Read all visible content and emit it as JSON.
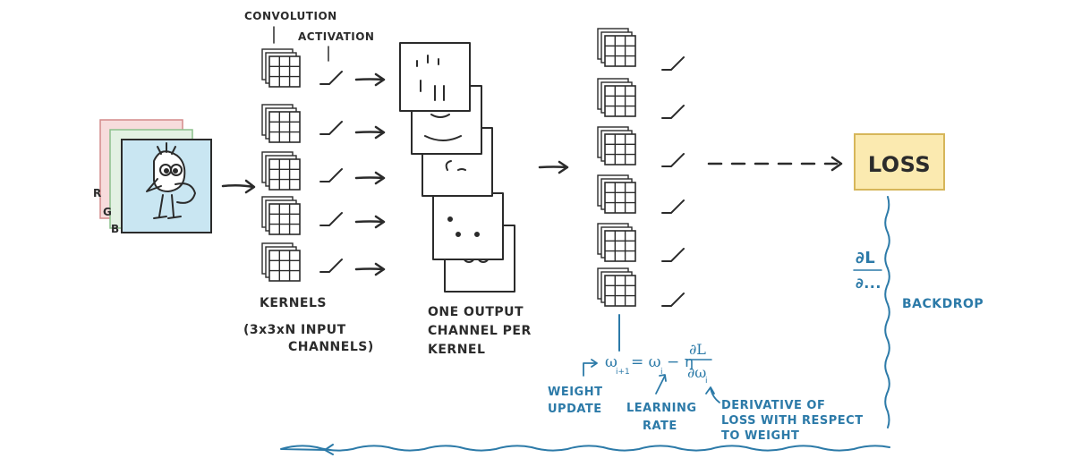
{
  "labels": {
    "convolution": "CONVOLUTION",
    "activation": "ACTIVATION",
    "kernels": "KERNELS",
    "kernels_sub_1": "(3x3xN INPUT",
    "kernels_sub_2": "CHANNELS)",
    "output_1": "ONE OUTPUT",
    "output_2": "CHANNEL PER",
    "output_3": "KERNEL",
    "r": "R",
    "g": "G",
    "b": "B",
    "loss": "LOSS",
    "dl_top": "∂L",
    "dl_bottom": "∂...",
    "backdrop": "BACKDROP",
    "formula_lhs": "ω",
    "formula_lhs_sub": "i+1",
    "formula_eq": "= ω",
    "formula_eq_sub": "i",
    "formula_minus": "− η",
    "formula_num": "∂L",
    "formula_den": "∂ω",
    "formula_den_sub": "i",
    "weight_update_1": "WEIGHT",
    "weight_update_2": "UPDATE",
    "learning_rate_1": "LEARNING",
    "learning_rate_2": "RATE",
    "derivative_1": "DERIVATIVE OF",
    "derivative_2": "LOSS WITH RESPECT",
    "derivative_3": "TO WEIGHT"
  },
  "colors": {
    "ink": "#2b2b2b",
    "blue": "#2c7aa8",
    "loss_fill": "#fbeab0",
    "photo_fill": "#c9e6f2",
    "r_layer": "#f7dcdc",
    "g_layer": "#e3f1e3"
  },
  "icons": {
    "input_image": "bird-drawing",
    "kernel": "grid-stack",
    "activation": "relu-curve",
    "arrow": "hand-arrow"
  }
}
